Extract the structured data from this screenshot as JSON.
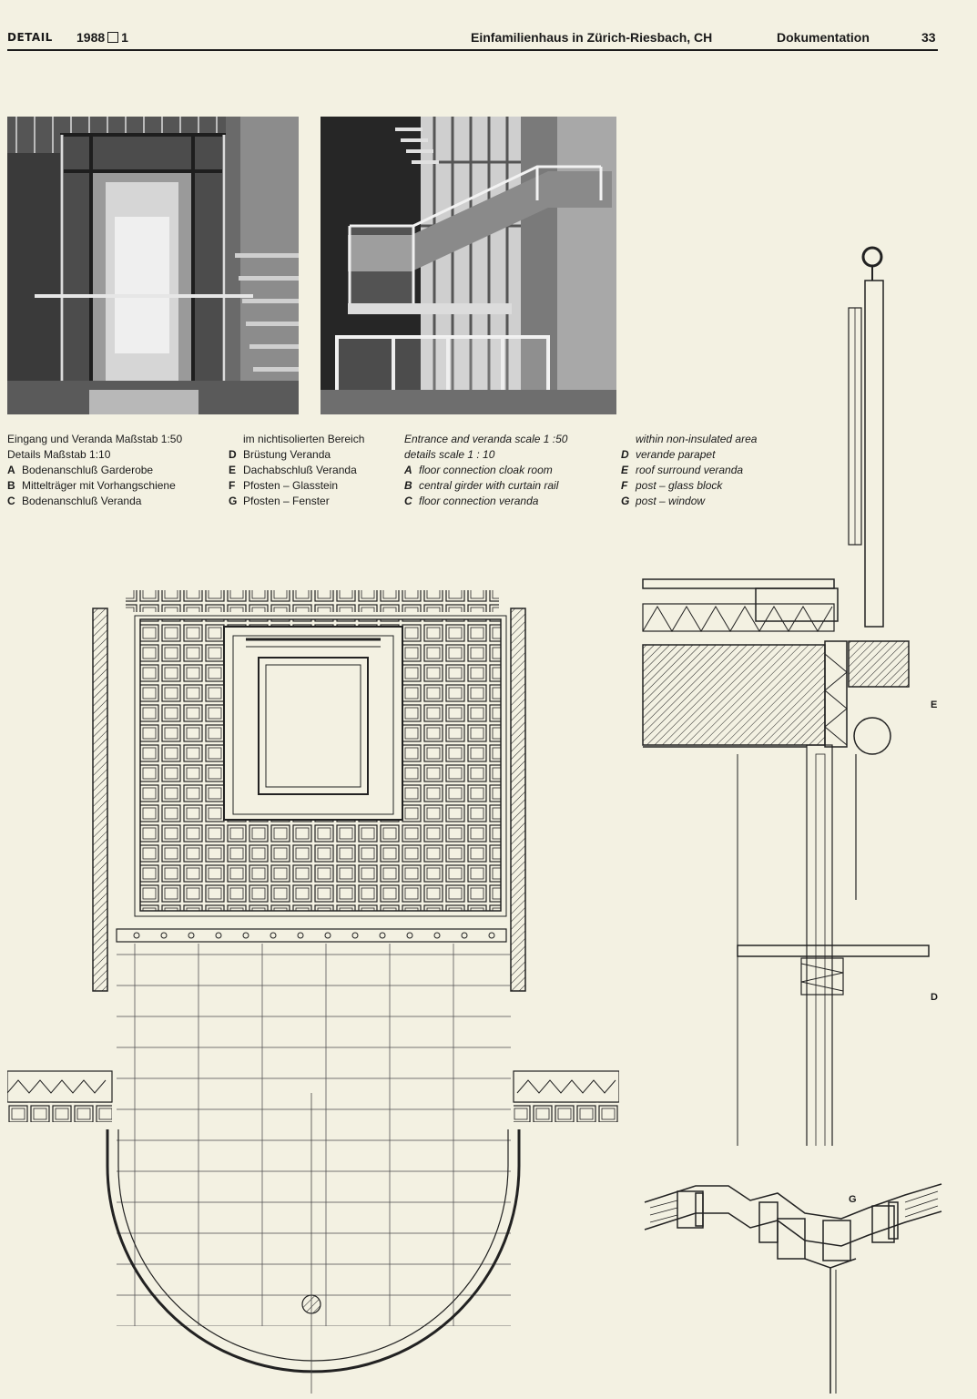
{
  "header": {
    "brand": "DETAIL",
    "issue_year": "1988",
    "issue_no": "1",
    "title": "Einfamilienhaus in Zürich-Riesbach, CH",
    "section": "Dokumentation",
    "page_number": "33"
  },
  "captions_de": {
    "col1": {
      "lines": [
        "Eingang und Veranda   Maßstab 1:50",
        "Details   Maßstab 1:10"
      ],
      "items": [
        {
          "key": "A",
          "text": "Bodenanschluß Garderobe"
        },
        {
          "key": "B",
          "text": "Mittelträger mit Vorhangschiene"
        },
        {
          "key": "C",
          "text": "Bodenanschluß Veranda"
        }
      ]
    },
    "col2": {
      "intro": "im nichtisolierten Bereich",
      "items": [
        {
          "key": "D",
          "text": "Brüstung Veranda"
        },
        {
          "key": "E",
          "text": "Dachabschluß Veranda"
        },
        {
          "key": "F",
          "text": "Pfosten – Glasstein"
        },
        {
          "key": "G",
          "text": "Pfosten – Fenster"
        }
      ]
    }
  },
  "captions_en": {
    "col1": {
      "lines": [
        "Entrance and veranda   scale 1 :50",
        "details   scale 1 : 10"
      ],
      "items": [
        {
          "key": "A",
          "text": "floor connection cloak room"
        },
        {
          "key": "B",
          "text": "central girder with curtain rail"
        },
        {
          "key": "C",
          "text": "floor connection veranda"
        }
      ]
    },
    "col2": {
      "intro": "within non-insulated area",
      "items": [
        {
          "key": "D",
          "text": "verande parapet"
        },
        {
          "key": "E",
          "text": "roof surround veranda"
        },
        {
          "key": "F",
          "text": "post – glass block"
        },
        {
          "key": "G",
          "text": "post – window"
        }
      ]
    }
  },
  "drawing_labels": {
    "E": "E",
    "D": "D",
    "G": "G"
  }
}
